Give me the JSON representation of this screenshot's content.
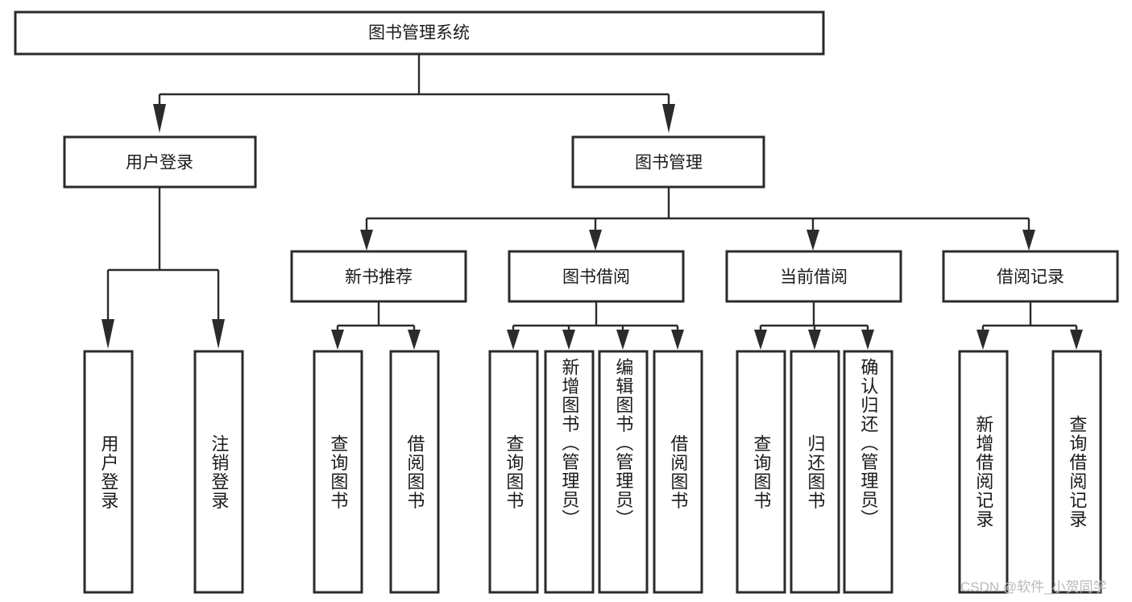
{
  "diagram": {
    "type": "tree",
    "title": "图书管理系统",
    "watermark": "CSDN @软件_小贺同学",
    "colors": {
      "stroke": "#2b2b2b",
      "fill": "#ffffff",
      "text": "#1b1b1b",
      "watermark": "#b9b9b9"
    },
    "levels": {
      "root": {
        "label": "图书管理系统"
      },
      "level2": [
        {
          "label": "用户登录"
        },
        {
          "label": "图书管理"
        }
      ],
      "level3": [
        {
          "label": "新书推荐"
        },
        {
          "label": "图书借阅"
        },
        {
          "label": "当前借阅"
        },
        {
          "label": "借阅记录"
        }
      ],
      "leaves": [
        {
          "label": "用户登录"
        },
        {
          "label": "注销登录"
        },
        {
          "label": "查询图书"
        },
        {
          "label": "借阅图书"
        },
        {
          "label": "查询图书"
        },
        {
          "label": "新增图书（管理员）"
        },
        {
          "label": "编辑图书（管理员）"
        },
        {
          "label": "借阅图书"
        },
        {
          "label": "查询图书"
        },
        {
          "label": "归还图书"
        },
        {
          "label": "确认归还（管理员）"
        },
        {
          "label": "新增借阅记录"
        },
        {
          "label": "查询借阅记录"
        }
      ]
    }
  }
}
